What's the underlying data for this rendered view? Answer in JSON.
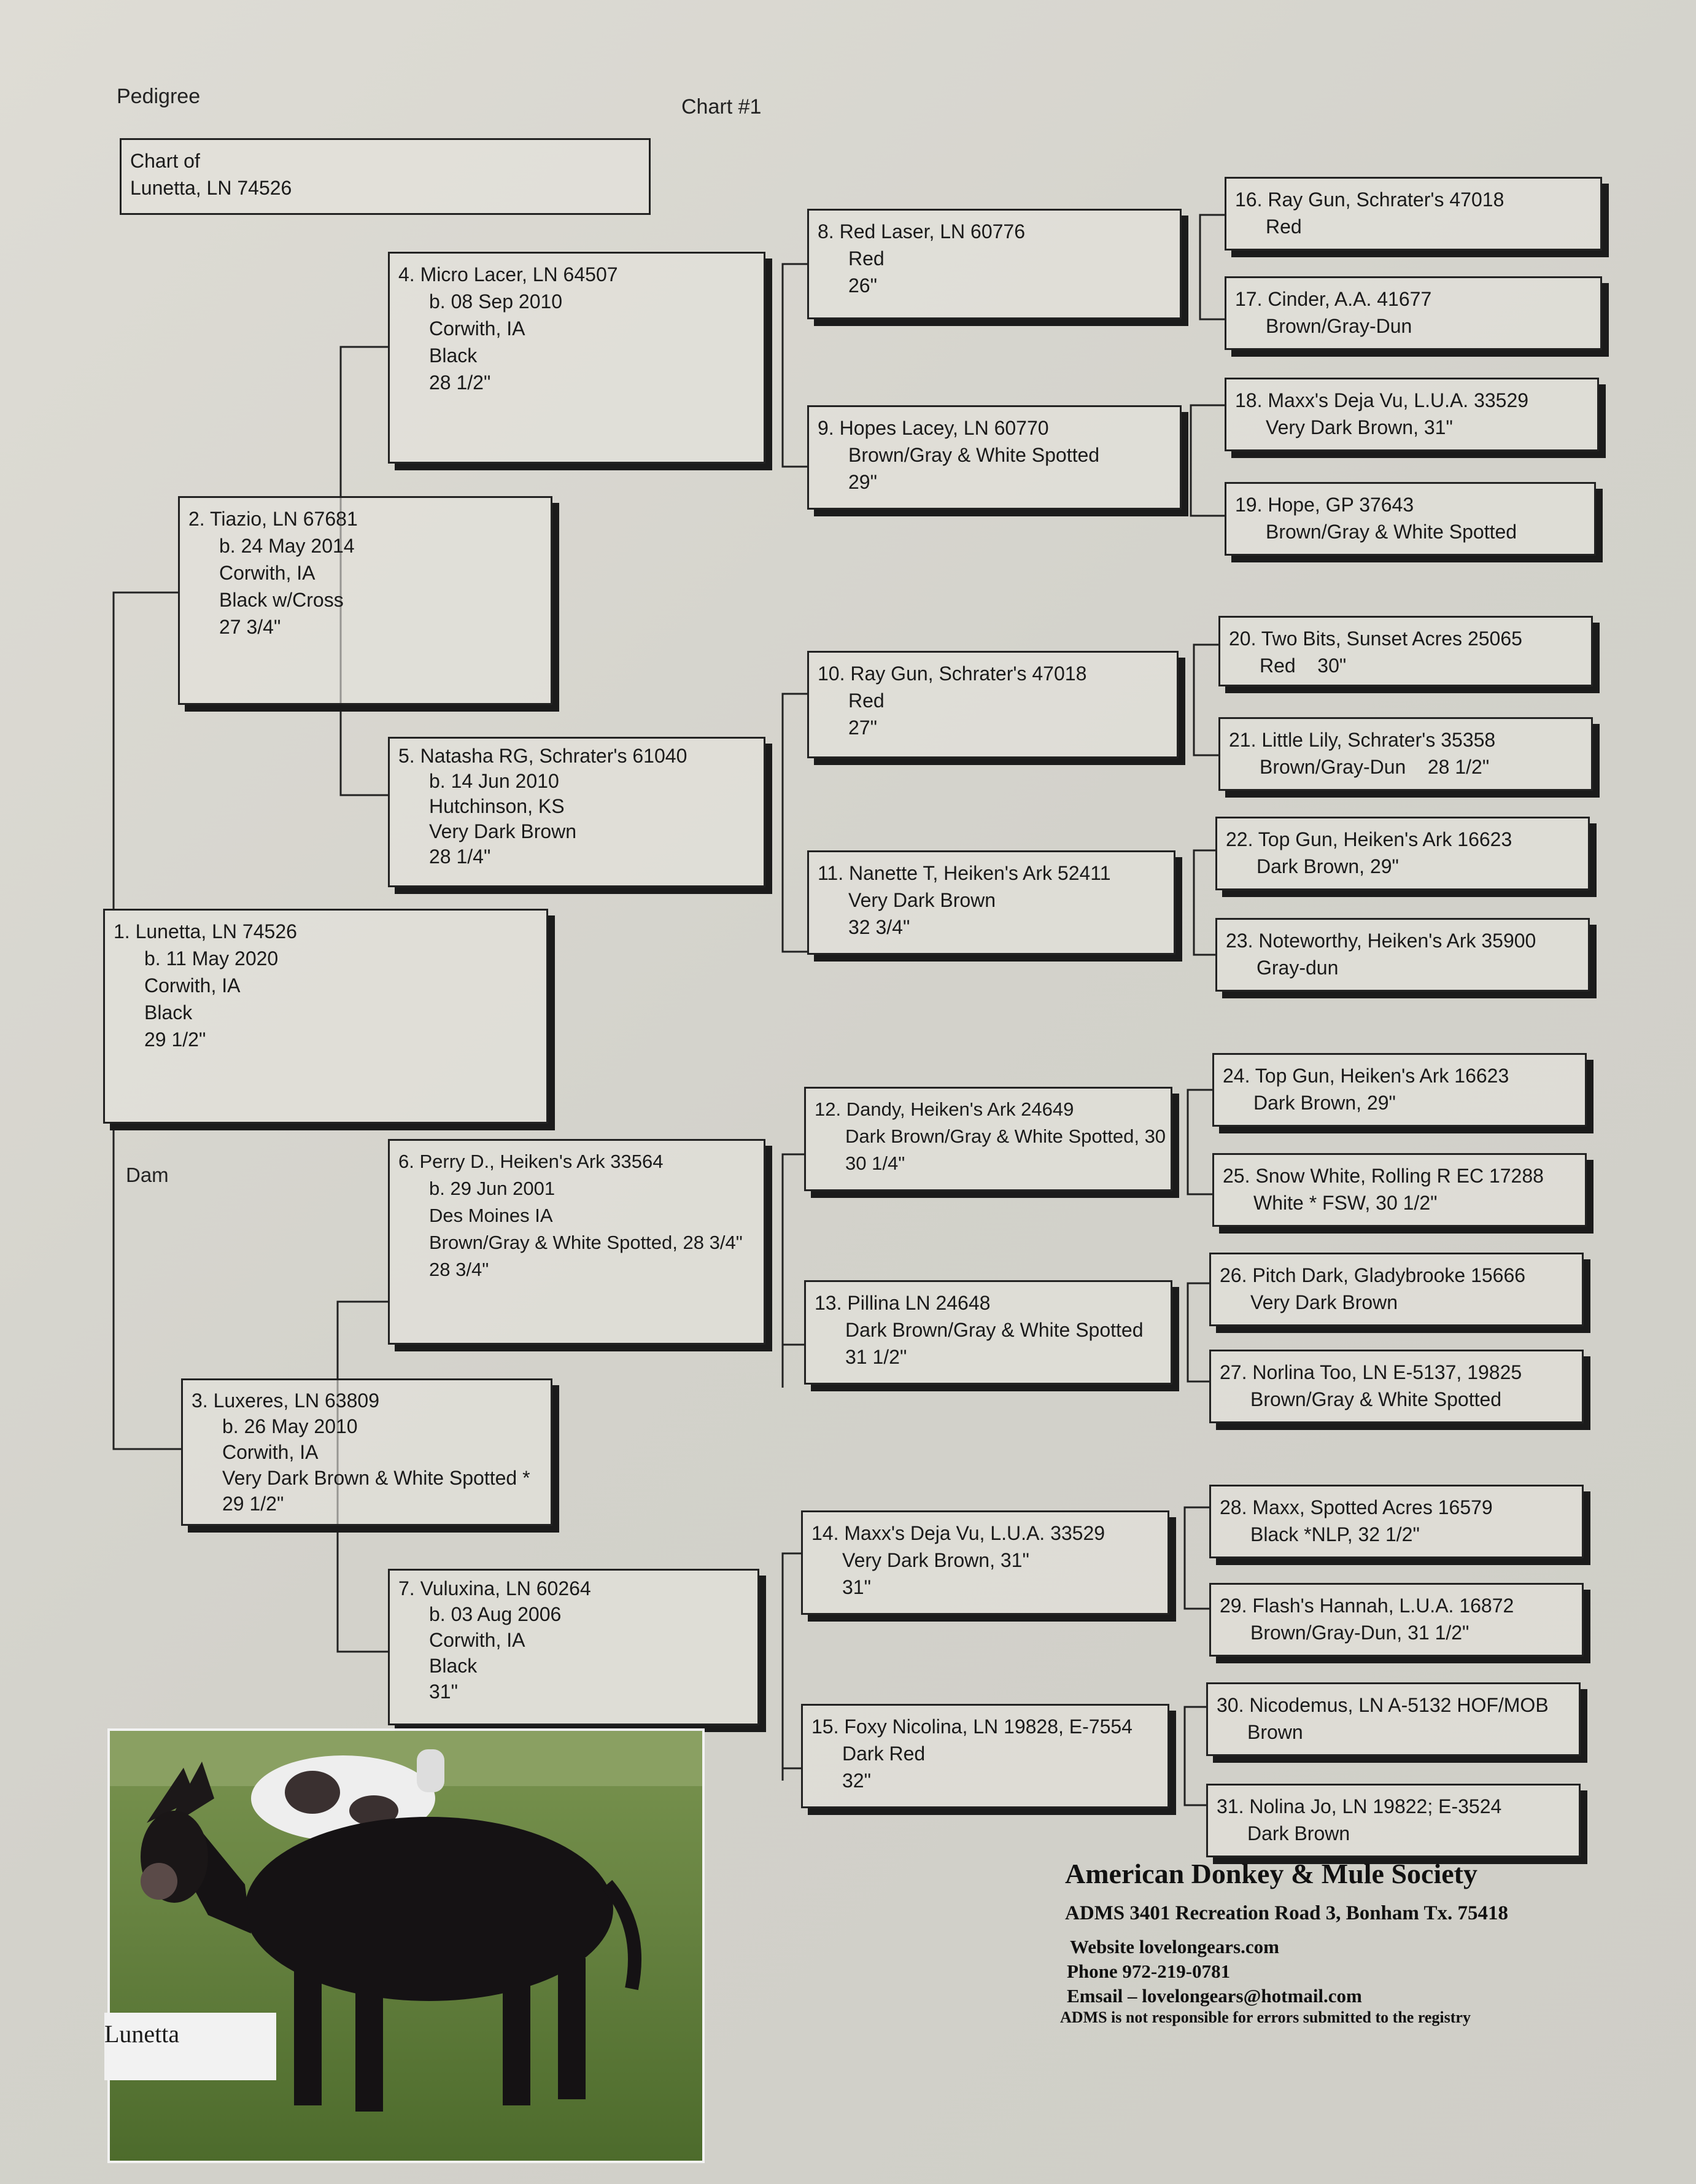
{
  "header": {
    "pedigree": "Pedigree",
    "chart_no": "Chart #1",
    "chart_of_label": "Chart of",
    "chart_of_name": "Lunetta, LN 74526"
  },
  "dam_label": "Dam",
  "animals": {
    "a1": [
      "1. Lunetta, LN 74526",
      "b. 11 May 2020",
      "Corwith, IA",
      "Black",
      "29 1/2\""
    ],
    "a2": [
      "2. Tiazio, LN 67681",
      "b. 24 May 2014",
      "Corwith, IA",
      "Black w/Cross",
      "27 3/4\""
    ],
    "a3": [
      "3. Luxeres, LN 63809",
      "b. 26 May 2010",
      "Corwith, IA",
      "Very Dark Brown & White Spotted *",
      "29 1/2\""
    ],
    "a4": [
      "4. Micro Lacer, LN 64507",
      "b. 08 Sep 2010",
      "Corwith, IA",
      "Black",
      "28 1/2\""
    ],
    "a5": [
      "5. Natasha RG, Schrater's 61040",
      "b. 14 Jun 2010",
      "Hutchinson, KS",
      "Very Dark Brown",
      "28 1/4\""
    ],
    "a6": [
      "6. Perry D., Heiken's Ark 33564",
      "b. 29 Jun 2001",
      "Des Moines IA",
      "Brown/Gray & White Spotted, 28 3/4\"",
      "28 3/4\""
    ],
    "a7": [
      "7. Vuluxina, LN 60264",
      "b. 03 Aug 2006",
      "Corwith, IA",
      "Black",
      "31\""
    ],
    "a8": [
      "8. Red Laser, LN 60776",
      "Red",
      "26\""
    ],
    "a9": [
      "9. Hopes Lacey, LN 60770",
      "Brown/Gray & White Spotted",
      "29\""
    ],
    "a10": [
      "10. Ray Gun, Schrater's 47018",
      "Red",
      "27\""
    ],
    "a11": [
      "11. Nanette T, Heiken's Ark 52411",
      "Very Dark Brown",
      "32 3/4\""
    ],
    "a12": [
      "12. Dandy, Heiken's Ark 24649",
      "Dark Brown/Gray & White Spotted, 30",
      "30 1/4\""
    ],
    "a13": [
      "13. Pillina LN 24648",
      "Dark Brown/Gray & White Spotted",
      "31 1/2\""
    ],
    "a14": [
      "14. Maxx's Deja Vu, L.U.A. 33529",
      "Very Dark Brown, 31\"",
      "31\""
    ],
    "a15": [
      "15. Foxy Nicolina, LN 19828, E-7554",
      "Dark Red",
      "32\""
    ],
    "a16": [
      "16. Ray Gun, Schrater's 47018",
      "Red"
    ],
    "a17": [
      "17. Cinder, A.A. 41677",
      "Brown/Gray-Dun"
    ],
    "a18": [
      "18. Maxx's Deja Vu, L.U.A. 33529",
      "Very Dark Brown, 31\""
    ],
    "a19": [
      "19. Hope, GP 37643",
      "Brown/Gray & White Spotted"
    ],
    "a20": [
      "20. Two Bits, Sunset Acres 25065",
      "Red    30\""
    ],
    "a21": [
      "21. Little Lily, Schrater's 35358",
      "Brown/Gray-Dun    28 1/2\""
    ],
    "a22": [
      "22. Top Gun, Heiken's Ark 16623",
      "Dark Brown, 29\""
    ],
    "a23": [
      "23. Noteworthy, Heiken's Ark 35900",
      "Gray-dun"
    ],
    "a24": [
      "24. Top Gun, Heiken's Ark 16623",
      "Dark Brown, 29\""
    ],
    "a25": [
      "25. Snow White, Rolling R EC 17288",
      "White * FSW, 30 1/2\""
    ],
    "a26": [
      "26. Pitch Dark, Gladybrooke 15666",
      "Very Dark Brown"
    ],
    "a27": [
      "27. Norlina Too, LN E-5137, 19825",
      "Brown/Gray & White Spotted"
    ],
    "a28": [
      "28. Maxx, Spotted Acres 16579",
      "Black *NLP, 32 1/2\""
    ],
    "a29": [
      "29. Flash's Hannah, L.U.A. 16872",
      "Brown/Gray-Dun, 31 1/2\""
    ],
    "a30": [
      "30. Nicodemus, LN A-5132 HOF/MOB",
      "Brown"
    ],
    "a31": [
      "31. Nolina Jo, LN 19822; E-3524",
      "Dark Brown"
    ]
  },
  "photo_label": "Lunetta",
  "society": {
    "name": "American Donkey & Mule Society",
    "address": "ADMS 3401 Recreation Road 3, Bonham Tx. 75418",
    "website": "Website  lovelongears.com",
    "phone": "Phone  972-219-0781",
    "email": "Emsail – lovelongears@hotmail.com",
    "disclaimer": "ADMS is not responsible for errors submitted to the registry"
  }
}
